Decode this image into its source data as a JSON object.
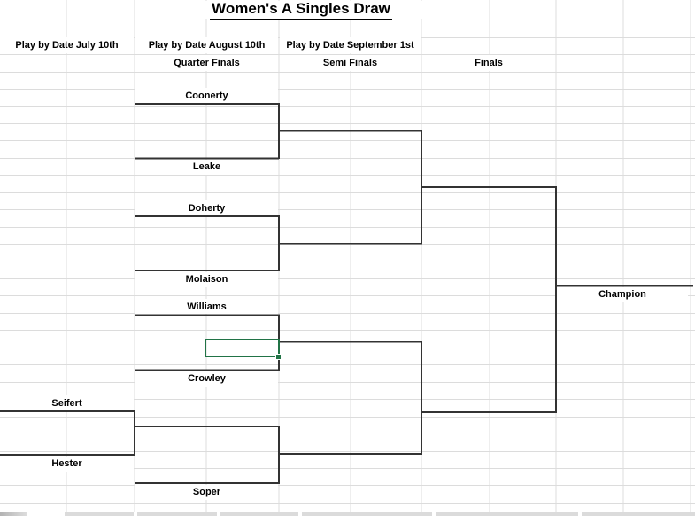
{
  "title": "Women's A Singles Draw",
  "schedule_headers": {
    "july": "Play by Date July 10th",
    "august": "Play by Date August 10th",
    "september": "Play by Date September 1st"
  },
  "round_headers": {
    "quarter": "Quarter Finals",
    "semi": "Semi Finals",
    "final": "Finals"
  },
  "players": {
    "prelim_top": "Seifert",
    "prelim_bottom": "Hester",
    "qf1_top": "Coonerty",
    "qf1_bottom": "Leake",
    "qf2_top": "Doherty",
    "qf2_bottom": "Molaison",
    "qf3_top": "Williams",
    "qf3_bottom": "Crowley",
    "qf4_bottom": "Soper"
  },
  "result": {
    "champion_label": "Champion"
  },
  "colors": {
    "selection_green": "#217346",
    "bracket_line": "#333333",
    "gridline": "#dcdcdc"
  }
}
